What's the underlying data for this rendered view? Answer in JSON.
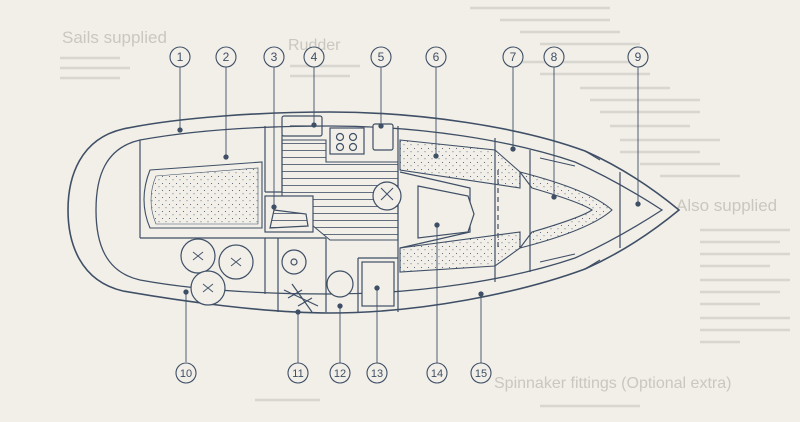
{
  "colors": {
    "paper": "#f1efe8",
    "ink": "#3f4f66",
    "ghost_text": "#c9c7be"
  },
  "background_text": {
    "heading_sails": "Sails supplied",
    "heading_rudder": "Rudder",
    "heading_also": "Also supplied",
    "heading_spinnaker": "Spinnaker fittings (Optional extra)"
  },
  "callouts": [
    {
      "number": "1"
    },
    {
      "number": "2"
    },
    {
      "number": "3"
    },
    {
      "number": "4"
    },
    {
      "number": "5"
    },
    {
      "number": "6"
    },
    {
      "number": "7"
    },
    {
      "number": "8"
    },
    {
      "number": "9"
    },
    {
      "number": "10"
    },
    {
      "number": "11"
    },
    {
      "number": "12"
    },
    {
      "number": "13"
    },
    {
      "number": "14"
    },
    {
      "number": "15"
    }
  ]
}
